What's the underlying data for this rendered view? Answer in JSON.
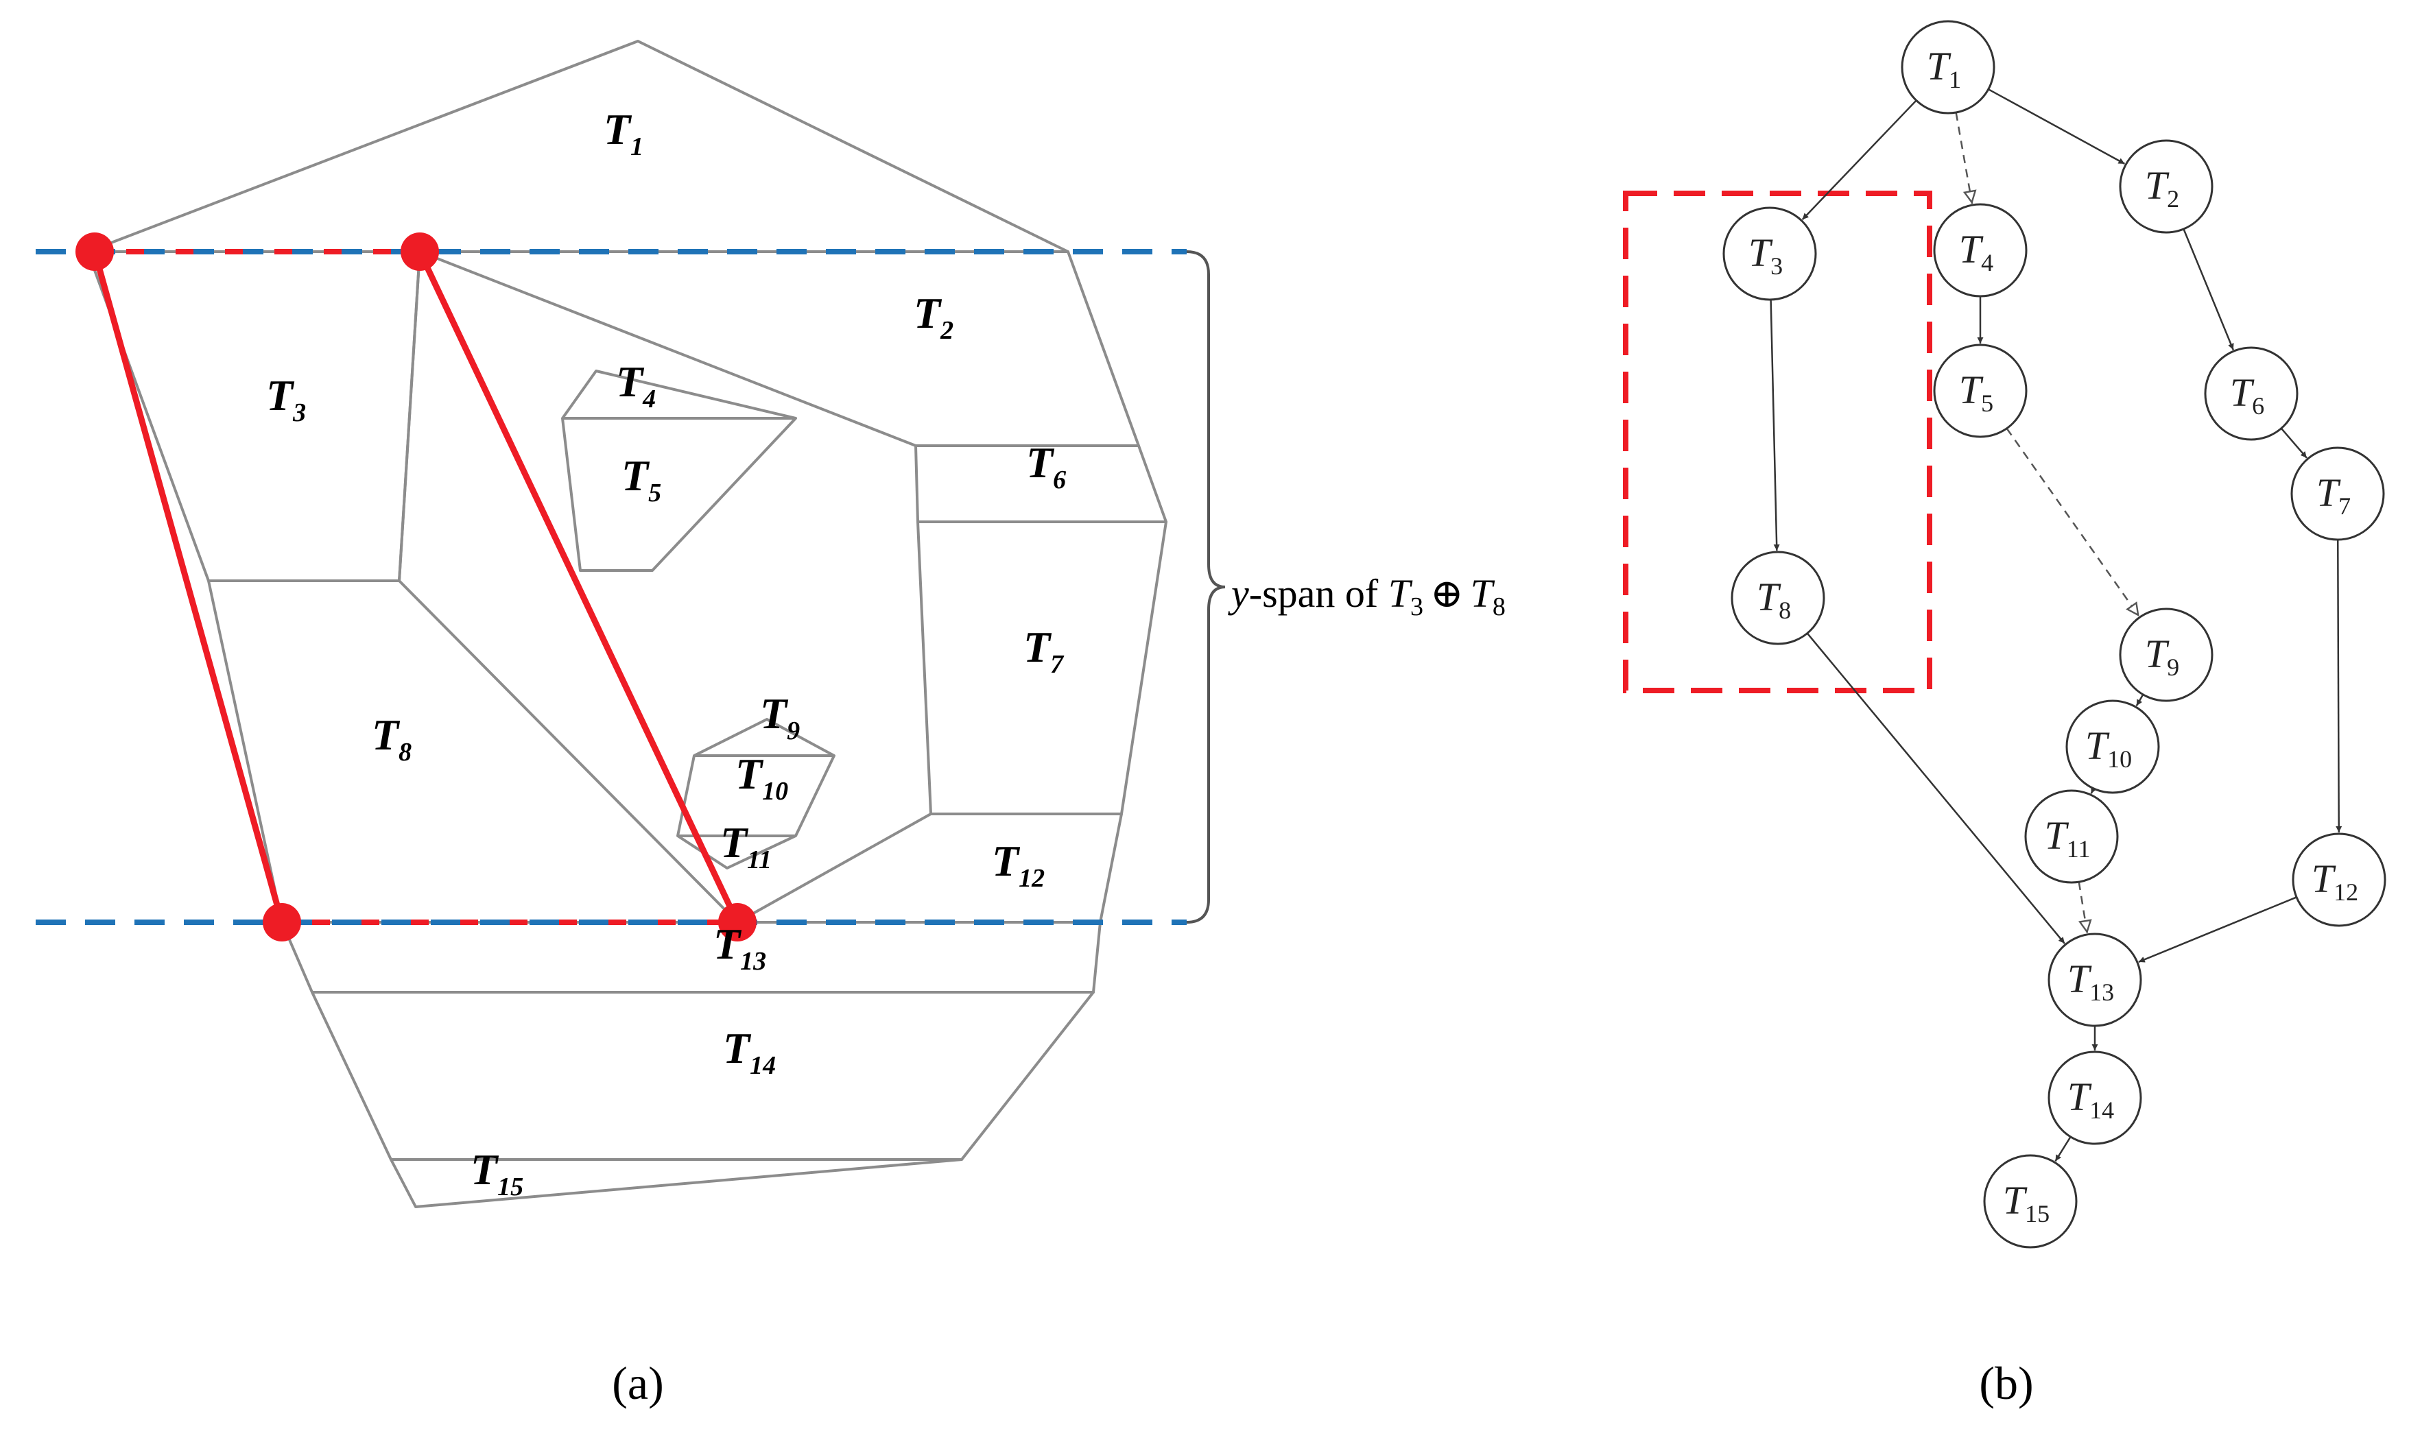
{
  "panel_a": {
    "caption": "(a)",
    "annotation": {
      "prefix": "y",
      "middle": "-span of ",
      "t_a": "T",
      "t_a_sub": "3",
      "operator": "⊕",
      "t_b": "T",
      "t_b_sub": "8"
    },
    "regions": [
      {
        "id": "T1",
        "name": "T",
        "sub": "1"
      },
      {
        "id": "T2",
        "name": "T",
        "sub": "2"
      },
      {
        "id": "T3",
        "name": "T",
        "sub": "3"
      },
      {
        "id": "T4",
        "name": "T",
        "sub": "4"
      },
      {
        "id": "T5",
        "name": "T",
        "sub": "5"
      },
      {
        "id": "T6",
        "name": "T",
        "sub": "6"
      },
      {
        "id": "T7",
        "name": "T",
        "sub": "7"
      },
      {
        "id": "T8",
        "name": "T",
        "sub": "8"
      },
      {
        "id": "T9",
        "name": "T",
        "sub": "9"
      },
      {
        "id": "T10",
        "name": "T",
        "sub": "10"
      },
      {
        "id": "T11",
        "name": "T",
        "sub": "11"
      },
      {
        "id": "T12",
        "name": "T",
        "sub": "12"
      },
      {
        "id": "T13",
        "name": "T",
        "sub": "13"
      },
      {
        "id": "T14",
        "name": "T",
        "sub": "14"
      },
      {
        "id": "T15",
        "name": "T",
        "sub": "15"
      }
    ],
    "colors": {
      "highlight": "#ee1c25",
      "span_line": "#1f73b7",
      "region_stroke": "#8c8c8c"
    }
  },
  "panel_b": {
    "caption": "(b)",
    "nodes": [
      {
        "id": "T1",
        "name": "T",
        "sub": "1"
      },
      {
        "id": "T2",
        "name": "T",
        "sub": "2"
      },
      {
        "id": "T3",
        "name": "T",
        "sub": "3"
      },
      {
        "id": "T4",
        "name": "T",
        "sub": "4"
      },
      {
        "id": "T5",
        "name": "T",
        "sub": "5"
      },
      {
        "id": "T6",
        "name": "T",
        "sub": "6"
      },
      {
        "id": "T7",
        "name": "T",
        "sub": "7"
      },
      {
        "id": "T8",
        "name": "T",
        "sub": "8"
      },
      {
        "id": "T9",
        "name": "T",
        "sub": "9"
      },
      {
        "id": "T10",
        "name": "T",
        "sub": "10"
      },
      {
        "id": "T11",
        "name": "T",
        "sub": "11"
      },
      {
        "id": "T12",
        "name": "T",
        "sub": "12"
      },
      {
        "id": "T13",
        "name": "T",
        "sub": "13"
      },
      {
        "id": "T14",
        "name": "T",
        "sub": "14"
      },
      {
        "id": "T15",
        "name": "T",
        "sub": "15"
      }
    ],
    "edges": [
      {
        "from": "T1",
        "to": "T3",
        "style": "solid"
      },
      {
        "from": "T1",
        "to": "T4",
        "style": "dashed"
      },
      {
        "from": "T1",
        "to": "T2",
        "style": "solid"
      },
      {
        "from": "T3",
        "to": "T8",
        "style": "solid"
      },
      {
        "from": "T4",
        "to": "T5",
        "style": "solid"
      },
      {
        "from": "T5",
        "to": "T9",
        "style": "dashed"
      },
      {
        "from": "T2",
        "to": "T6",
        "style": "solid"
      },
      {
        "from": "T6",
        "to": "T7",
        "style": "solid"
      },
      {
        "from": "T7",
        "to": "T12",
        "style": "solid"
      },
      {
        "from": "T9",
        "to": "T10",
        "style": "solid"
      },
      {
        "from": "T10",
        "to": "T11",
        "style": "solid"
      },
      {
        "from": "T11",
        "to": "T13",
        "style": "dashed"
      },
      {
        "from": "T8",
        "to": "T13",
        "style": "solid"
      },
      {
        "from": "T12",
        "to": "T13",
        "style": "solid"
      },
      {
        "from": "T13",
        "to": "T14",
        "style": "solid"
      },
      {
        "from": "T14",
        "to": "T15",
        "style": "solid"
      }
    ],
    "highlighted_group": [
      "T3",
      "T8"
    ]
  }
}
